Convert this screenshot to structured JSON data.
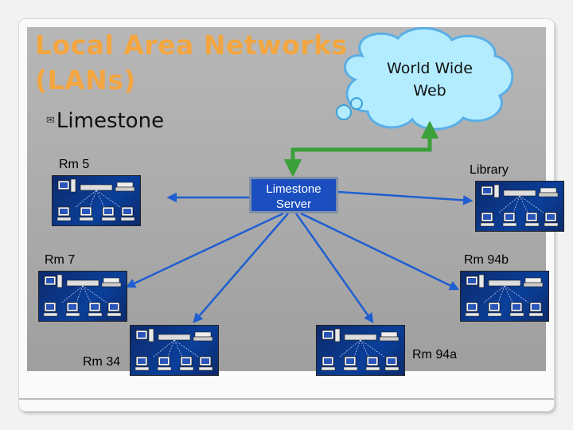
{
  "title": {
    "line1": "Local Area Networks",
    "line2": "(LANs)"
  },
  "bullet": {
    "glyph": "✉",
    "text": "Limestone"
  },
  "cloud": {
    "line1": "World Wide",
    "line2": "Web"
  },
  "server": {
    "line1": "Limestone",
    "line2": "Server"
  },
  "rooms": {
    "rm5": "Rm 5",
    "library": "Library",
    "rm7": "Rm 7",
    "rm94b": "Rm 94b",
    "rm34": "Rm 34",
    "rm94a": "Rm 94a"
  },
  "colors": {
    "title": "#f3a640",
    "server_fill": "#1b4fbf",
    "link": "#1f5fd0",
    "uplink": "#3aa03a",
    "cloud": "#b3ecff"
  }
}
